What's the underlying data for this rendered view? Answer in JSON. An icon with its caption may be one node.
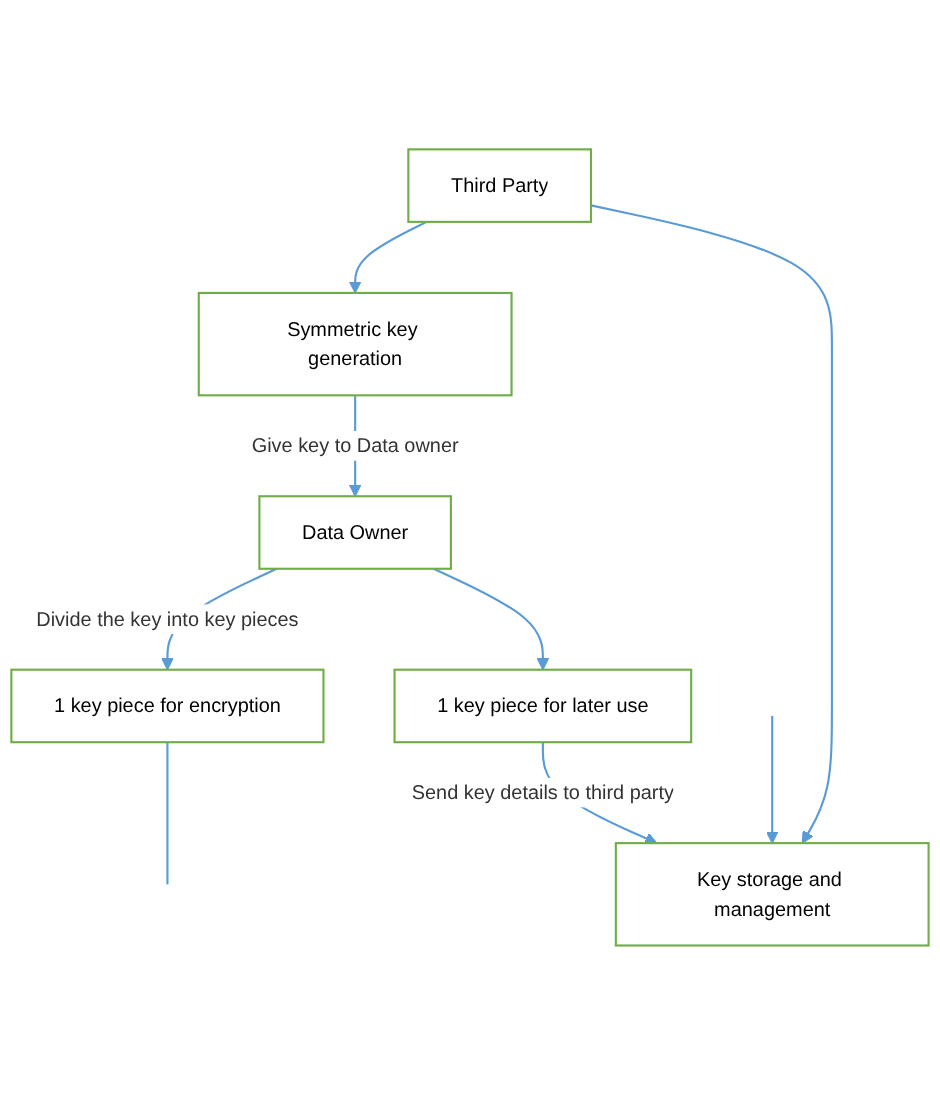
{
  "diagram": {
    "nodes": [
      {
        "text": [
          "Third Party"
        ]
      },
      {
        "text": [
          "Symmetric key generation"
        ]
      },
      {
        "text": [
          "Key storage and management"
        ]
      },
      {
        "text": [
          "Data Owner"
        ]
      },
      {
        "text": [
          "1 key piece for encryption"
        ]
      },
      {
        "text": [
          "1 key piece for later use"
        ]
      }
    ],
    "edges": [
      {
        "from": 0,
        "to": 1,
        "arrow": "to"
      },
      {
        "from": 0,
        "to": 2,
        "arrow": "to"
      },
      {
        "from": 1,
        "to": 3,
        "arrow": "to",
        "label": "Give key to Data owner"
      },
      {
        "from": 3,
        "to": 4,
        "arrow": "to",
        "label": "Divide the key into key pieces"
      },
      {
        "from": 3,
        "to": 5,
        "arrow": "to"
      },
      {
        "from": 5,
        "to": 2,
        "arrow": "to",
        "label": "Send key details to third party"
      },
      {
        "from": null,
        "to": 2,
        "arrow": "to"
      },
      {
        "from": 4,
        "to": null,
        "arrow": "none"
      }
    ]
  }
}
